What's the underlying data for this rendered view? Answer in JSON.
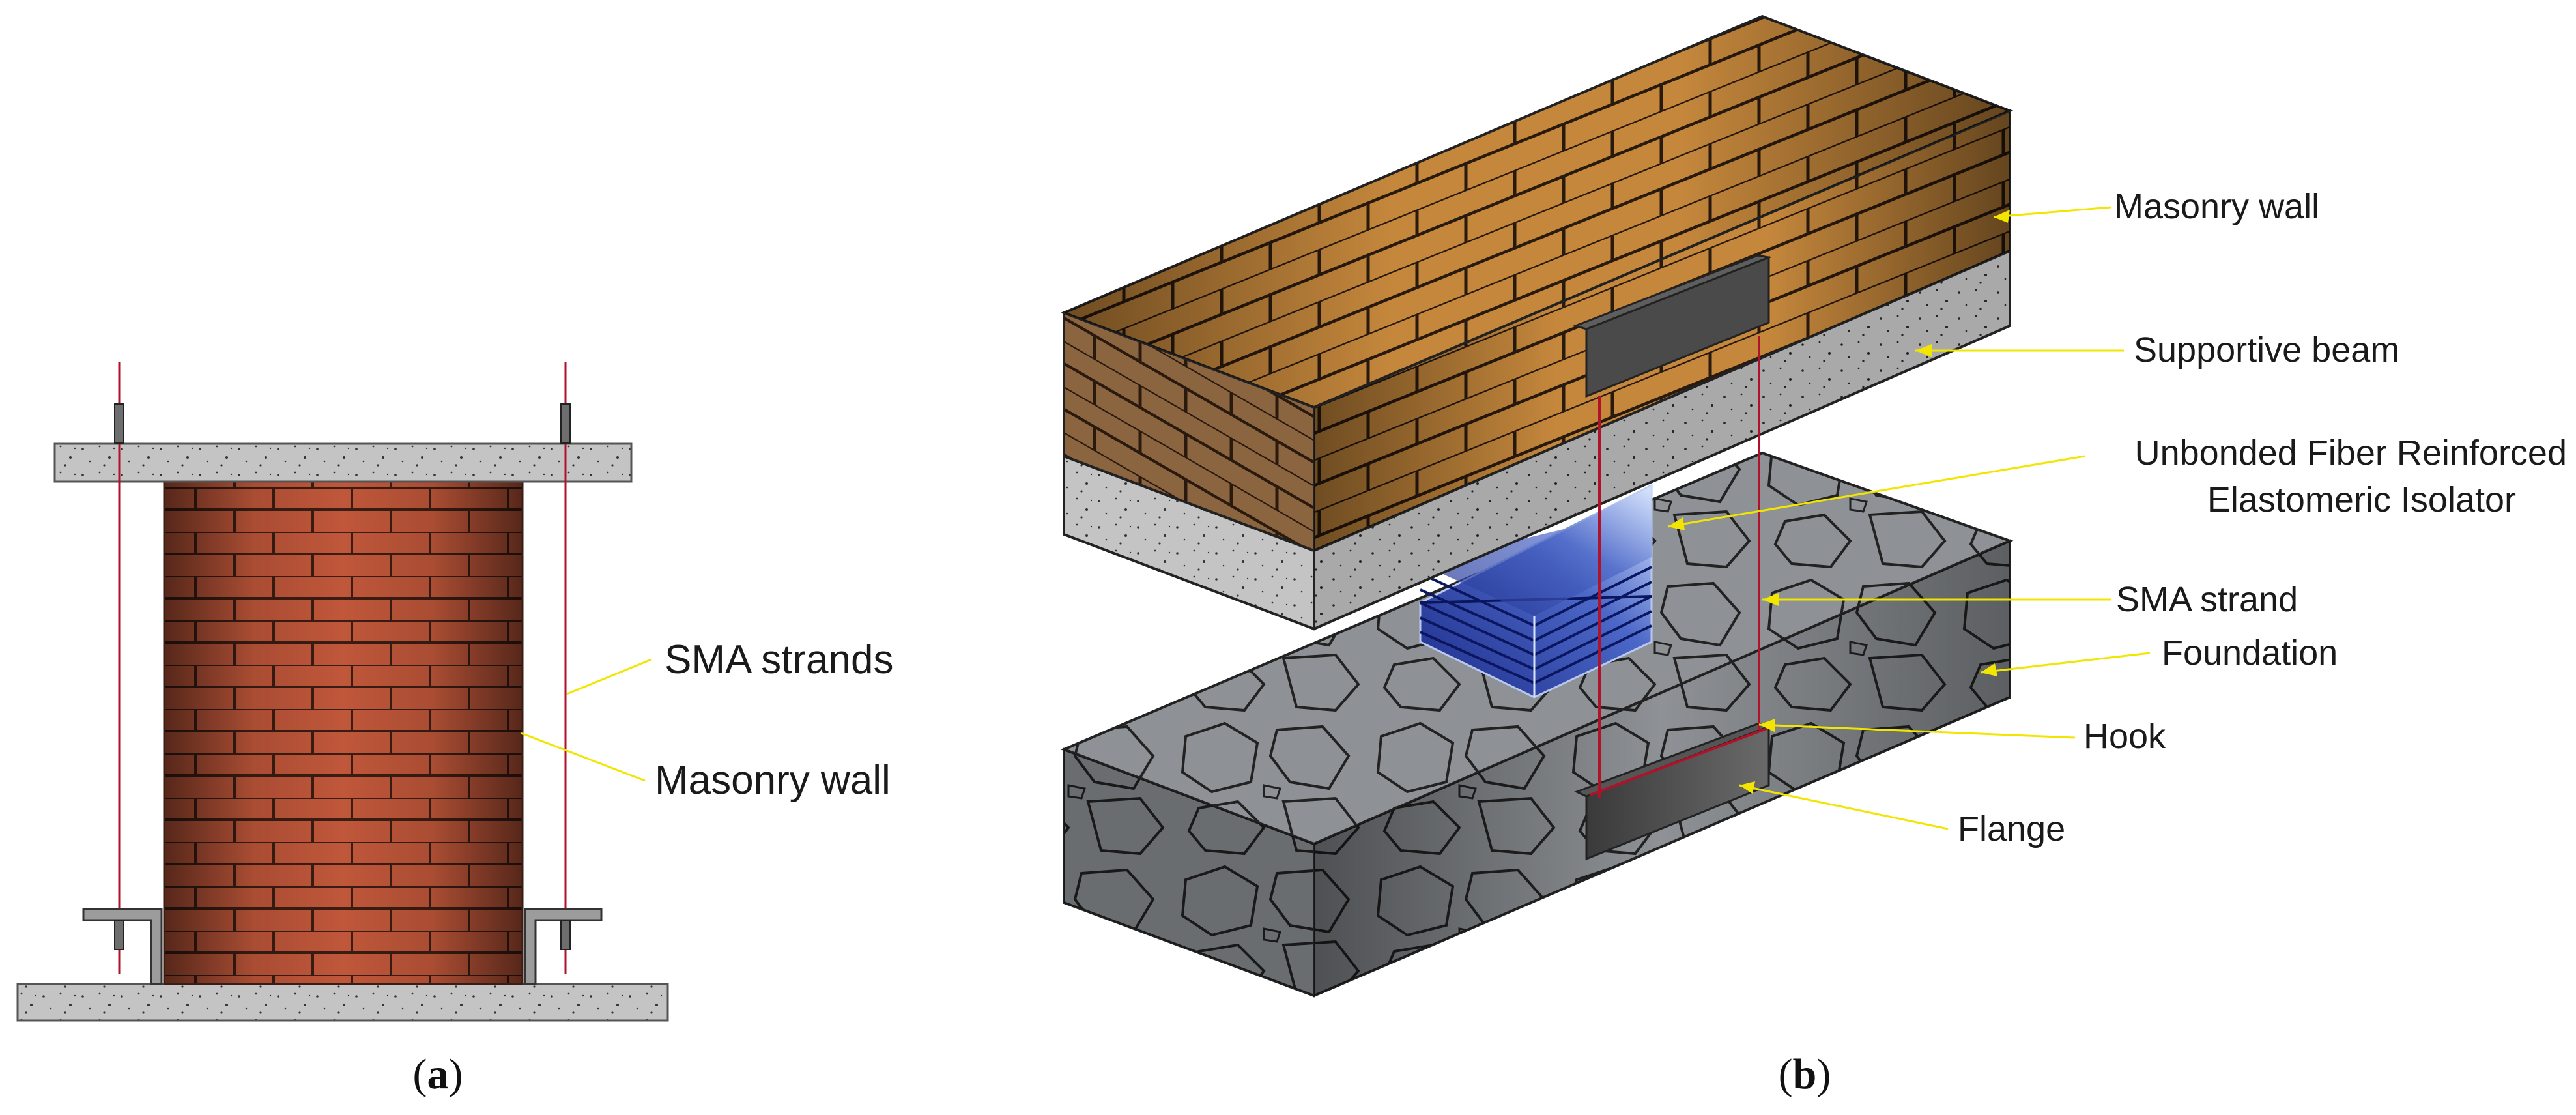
{
  "panel_a": {
    "caption_letter": "a",
    "labels": {
      "sma_strands": "SMA strands",
      "masonry_wall": "Masonry wall"
    }
  },
  "panel_b": {
    "caption_letter": "b",
    "labels": {
      "masonry_wall": "Masonry wall",
      "supportive_beam": "Supportive beam",
      "isolator_line1": "Unbonded Fiber Reinforced",
      "isolator_line2": "Elastomeric Isolator",
      "sma_strand": "SMA strand",
      "foundation": "Foundation",
      "hook": "Hook",
      "flange": "Flange"
    }
  },
  "colors": {
    "brick_a": "#c0573a",
    "brick_b": "#c98a3d",
    "concrete": "#bdbdbd",
    "isolator": "#2b3f9e",
    "strand": "#b0122a",
    "leader": "#f2e600"
  }
}
